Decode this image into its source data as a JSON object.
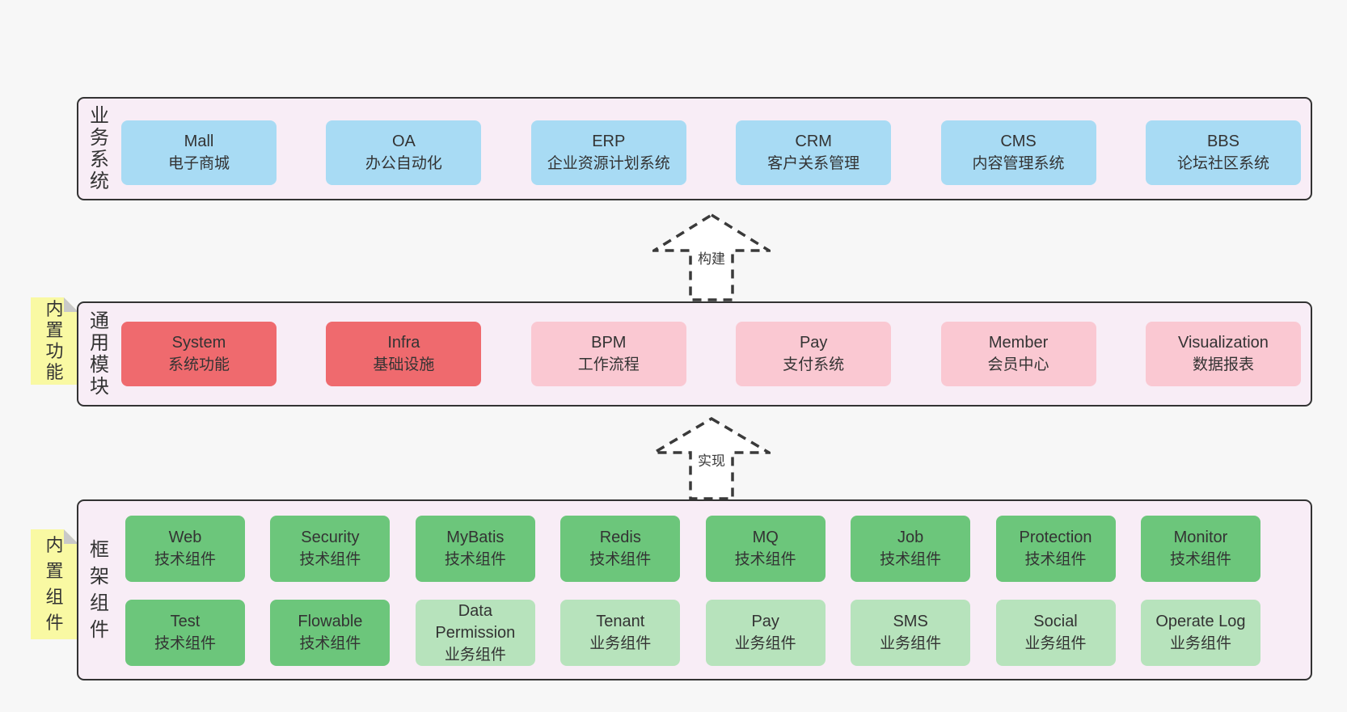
{
  "colors": {
    "page_bg": "#f7f7f7",
    "layer_bg": "#f8edf6",
    "layer_border": "#333333",
    "blue_box": "#a8dbf4",
    "red_box": "#ef6a6e",
    "pink_box": "#fac8d2",
    "green_box": "#6cc67b",
    "light_green_box": "#b7e3bc",
    "note_bg": "#f9f9a3",
    "note_fold": "#c9c9c9",
    "arrow_stroke": "#3a3a3a",
    "text": "#333333"
  },
  "arrows": [
    {
      "label": "构建"
    },
    {
      "label": "实现"
    }
  ],
  "layers": [
    {
      "label": "业务系统",
      "boxes": [
        {
          "name": "Mall",
          "desc": "电子商城"
        },
        {
          "name": "OA",
          "desc": "办公自动化"
        },
        {
          "name": "ERP",
          "desc": "企业资源计划系统"
        },
        {
          "name": "CRM",
          "desc": "客户关系管理"
        },
        {
          "name": "CMS",
          "desc": "内容管理系统"
        },
        {
          "name": "BBS",
          "desc": "论坛社区系统"
        }
      ]
    },
    {
      "label": "通用模块",
      "note": "内置功能",
      "boxes": [
        {
          "name": "System",
          "desc": "系统功能"
        },
        {
          "name": "Infra",
          "desc": "基础设施"
        },
        {
          "name": "BPM",
          "desc": "工作流程"
        },
        {
          "name": "Pay",
          "desc": "支付系统"
        },
        {
          "name": "Member",
          "desc": "会员中心"
        },
        {
          "name": "Visualization",
          "desc": "数据报表"
        }
      ]
    },
    {
      "label": "框架组件",
      "note": "内置组件",
      "rows": [
        [
          {
            "name": "Web",
            "desc": "技术组件"
          },
          {
            "name": "Security",
            "desc": "技术组件"
          },
          {
            "name": "MyBatis",
            "desc": "技术组件"
          },
          {
            "name": "Redis",
            "desc": "技术组件"
          },
          {
            "name": "MQ",
            "desc": "技术组件"
          },
          {
            "name": "Job",
            "desc": "技术组件"
          },
          {
            "name": "Protection",
            "desc": "技术组件"
          },
          {
            "name": "Monitor",
            "desc": "技术组件"
          }
        ],
        [
          {
            "name": "Test",
            "desc": "技术组件"
          },
          {
            "name": "Flowable",
            "desc": "技术组件"
          },
          {
            "name": "Data Permission",
            "desc": "业务组件"
          },
          {
            "name": "Tenant",
            "desc": "业务组件"
          },
          {
            "name": "Pay",
            "desc": "业务组件"
          },
          {
            "name": "SMS",
            "desc": "业务组件"
          },
          {
            "name": "Social",
            "desc": "业务组件"
          },
          {
            "name": "Operate Log",
            "desc": "业务组件"
          }
        ]
      ]
    }
  ]
}
